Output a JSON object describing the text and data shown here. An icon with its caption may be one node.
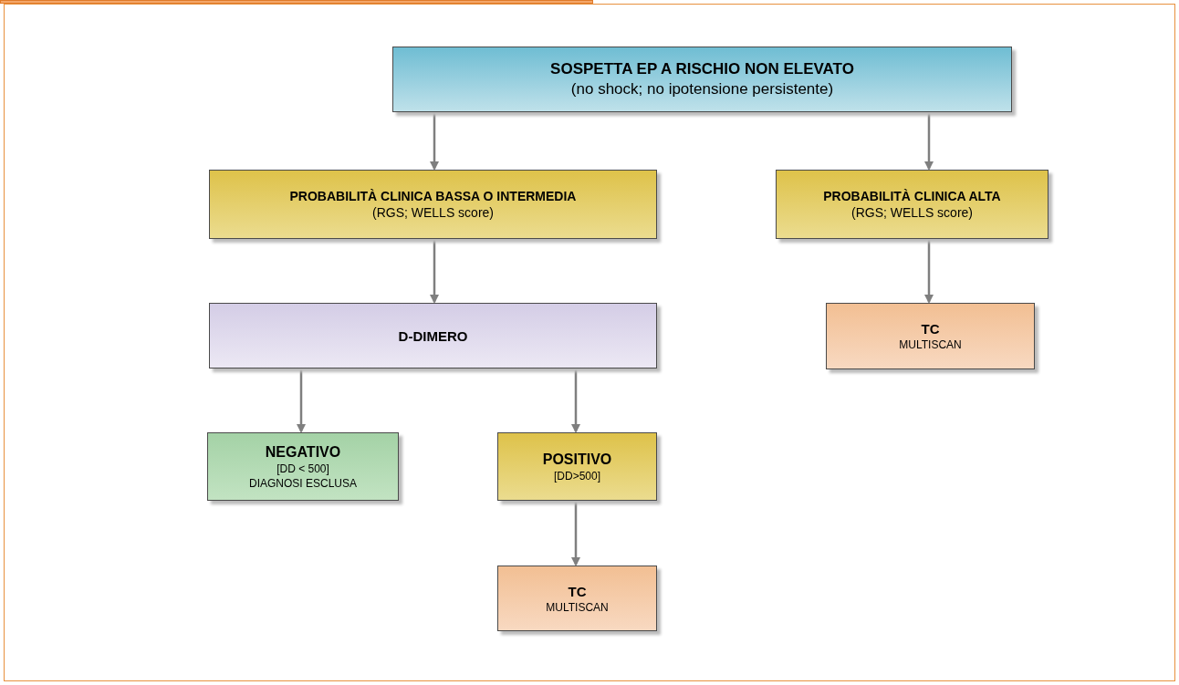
{
  "diagram": {
    "nodes": [
      {
        "text": [
          "SOSPETTA EP A RISCHIO NON ELEVATO",
          "(no shock; no ipotensione persistente)"
        ]
      },
      {
        "text": [
          "PROBABILITÀ CLINICA BASSA O INTERMEDIA",
          "(RGS; WELLS score)"
        ]
      },
      {
        "text": [
          "PROBABILITÀ CLINICA ALTA",
          "(RGS; WELLS score)"
        ]
      },
      {
        "text": [
          "D-DIMERO"
        ]
      },
      {
        "text": [
          "NEGATIVO",
          "[DD < 500]",
          "DIAGNOSI ESCLUSA"
        ]
      },
      {
        "text": [
          "POSITIVO",
          "[DD>500]"
        ]
      },
      {
        "text": [
          "TC",
          "MULTISCAN"
        ]
      },
      {
        "text": [
          "TC",
          "MULTISCAN"
        ]
      }
    ],
    "edges": [
      {
        "from": 0,
        "to": 1,
        "arrow": "to"
      },
      {
        "from": 0,
        "to": 2,
        "arrow": "to"
      },
      {
        "from": 1,
        "to": 3,
        "arrow": "to"
      },
      {
        "from": 2,
        "to": 7,
        "arrow": "to"
      },
      {
        "from": 3,
        "to": 4,
        "arrow": "to"
      },
      {
        "from": 3,
        "to": 5,
        "arrow": "to"
      },
      {
        "from": 5,
        "to": 6,
        "arrow": "to"
      }
    ]
  }
}
